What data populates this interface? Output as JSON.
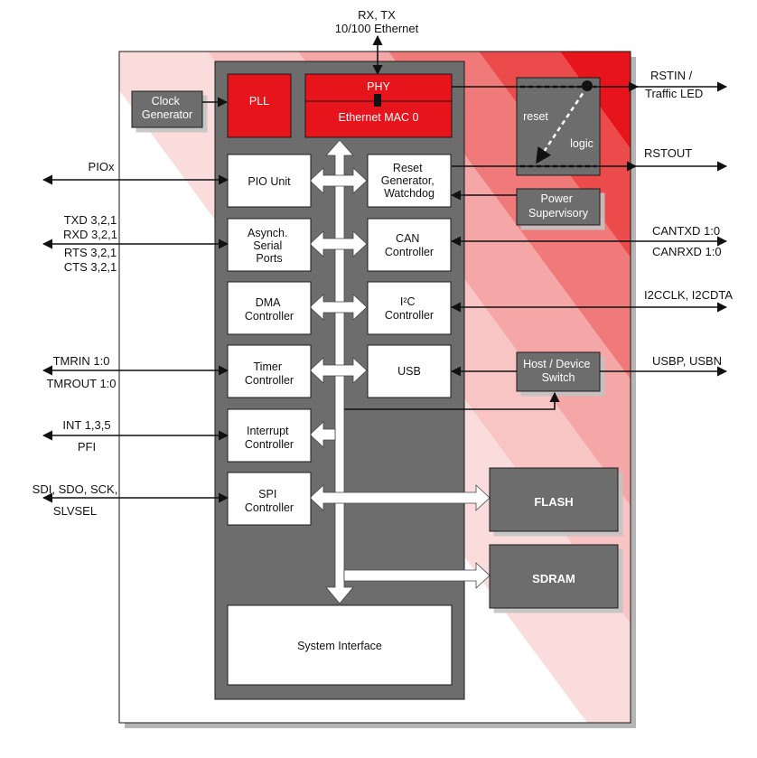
{
  "top_label": {
    "line1": "RX, TX",
    "line2": "10/100 Ethernet"
  },
  "colors": {
    "red": "#e8141b",
    "gray": "#6d6d6d",
    "pink": "#f5a6a6",
    "outline": "#1a1a1a"
  },
  "blocks": {
    "clock_generator": [
      "Clock",
      "Generator"
    ],
    "pll": [
      "PLL"
    ],
    "phy": [
      "PHY"
    ],
    "ethernet_mac": [
      "Ethernet MAC 0"
    ],
    "pio_unit": [
      "PIO Unit"
    ],
    "reset_generator": [
      "Reset",
      "Generator,",
      "Watchdog"
    ],
    "async_serial": [
      "Asynch.",
      "Serial",
      "Ports"
    ],
    "can": [
      "CAN",
      "Controller"
    ],
    "dma": [
      "DMA",
      "Controller"
    ],
    "i2c": [
      "I²C",
      "Controller"
    ],
    "timer": [
      "Timer",
      "Controller"
    ],
    "usb": [
      "USB"
    ],
    "interrupt": [
      "Interrupt",
      "Controller"
    ],
    "spi": [
      "SPI",
      "Controller"
    ],
    "system_interface": [
      "System Interface"
    ],
    "reset_logic_left": [
      "reset"
    ],
    "reset_logic_right": [
      "logic"
    ],
    "power_supervisory": [
      "Power",
      "Supervisory"
    ],
    "host_device_switch": [
      "Host / Device",
      "Switch"
    ],
    "flash": [
      "FLASH"
    ],
    "sdram": [
      "SDRAM"
    ]
  },
  "left_signals": {
    "piox": "PIOx",
    "txd": "TXD 3,2,1",
    "rxd": "RXD 3,2,1",
    "rts": "RTS 3,2,1",
    "cts": "CTS 3,2,1",
    "tmrin": "TMRIN 1:0",
    "tmrout": "TMROUT 1:0",
    "int": "INT 1,3,5",
    "pfi": "PFI",
    "sdi": "SDI, SDO, SCK,",
    "slvsel": "SLVSEL"
  },
  "right_signals": {
    "rstin1": "RSTIN /",
    "rstin2": "Traffic LED",
    "rstout": "RSTOUT",
    "cantxd": "CANTXD 1:0",
    "canrxd": "CANRXD 1:0",
    "i2c": "I2CCLK, I2CDTA",
    "usb": "USBP, USBN"
  }
}
